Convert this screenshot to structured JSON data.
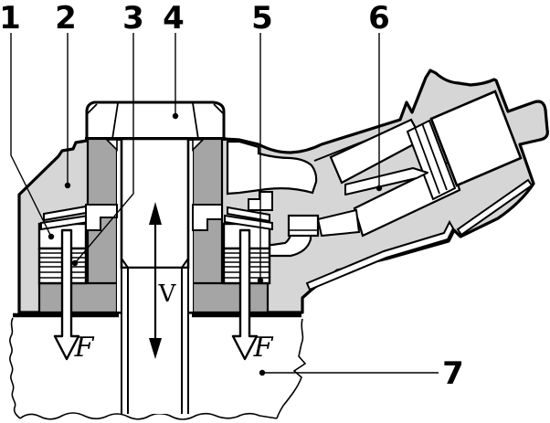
{
  "diagram": {
    "part_labels": [
      "1",
      "2",
      "3",
      "4",
      "5",
      "6",
      "7"
    ],
    "annotations": {
      "vibration_symbol": "V",
      "force_symbol_left": "F",
      "force_symbol_right": "F"
    },
    "colors": {
      "housing_light_gray": "#d6d6d6",
      "sleeve_dark_gray": "#a5a5a5",
      "line_black": "#000000",
      "background_white": "#ffffff"
    }
  }
}
